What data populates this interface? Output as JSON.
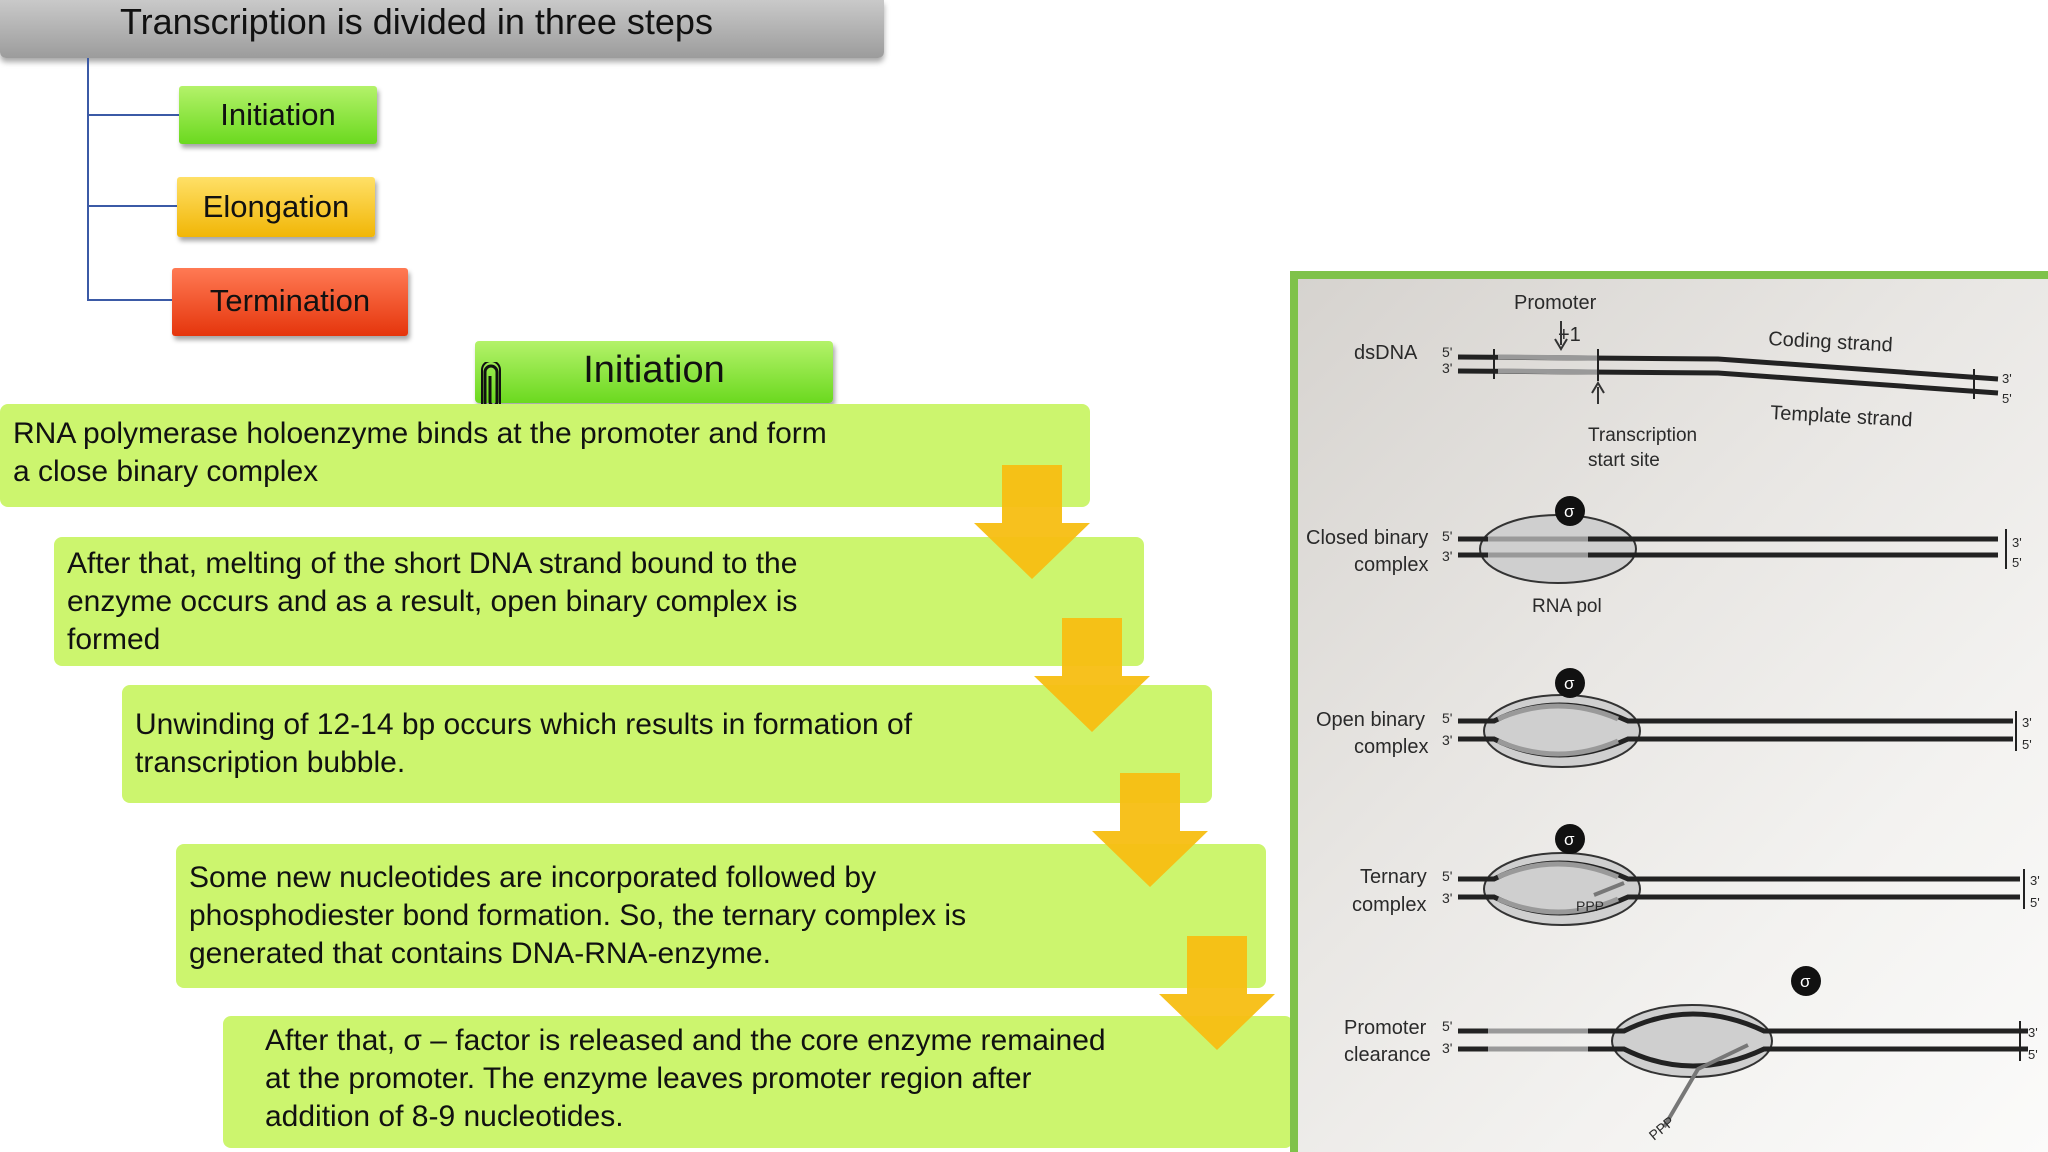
{
  "title": "Transcription is divided in three steps",
  "steps": {
    "initiation": "Initiation",
    "elongation": "Elongation",
    "termination": "Termination"
  },
  "section_heading": "Initiation",
  "initiation_points": [
    {
      "line1": "RNA polymerase holoenzyme binds at the promoter and form",
      "line2": "a close binary complex",
      "line3": ""
    },
    {
      "line1": "After that, melting of the short DNA strand bound to the",
      "line2": "enzyme occurs and as a result, open binary complex is",
      "line3": "formed"
    },
    {
      "line1": "Unwinding of 12-14 bp occurs which results in formation of",
      "line2": "transcription bubble.",
      "line3": ""
    },
    {
      "line1": "Some new nucleotides are incorporated followed by",
      "line2": "phosphodiester bond formation. So, the ternary complex is",
      "line3": "generated that contains DNA-RNA-enzyme."
    },
    {
      "line1": "After that, σ – factor is released and the core enzyme remained",
      "line2": "at the promoter. The enzyme leaves promoter region after",
      "line3": "addition of 8-9 nucleotides."
    }
  ],
  "figure": {
    "promoter": "Promoter",
    "plus_one": "+1",
    "coding_strand": "Coding strand",
    "template_strand": "Template strand",
    "transcription_start_1": "Transcription",
    "transcription_start_2": "start site",
    "rna_pol": "RNA pol",
    "sigma": "σ",
    "ppp": "PPP",
    "five_prime": "5'",
    "three_prime": "3'",
    "rows": [
      {
        "label1": "dsDNA",
        "label2": ""
      },
      {
        "label1": "Closed binary",
        "label2": "complex"
      },
      {
        "label1": "Open binary",
        "label2": "complex"
      },
      {
        "label1": "Ternary",
        "label2": "complex"
      },
      {
        "label1": "Promoter",
        "label2": "clearance"
      }
    ]
  },
  "colors": {
    "green": "#7fd42a",
    "yellow": "#f6c20d",
    "red": "#ec4416",
    "box_green": "#ccf56e",
    "tree_line": "#3b5aa6",
    "arrow": "#f7be12"
  }
}
